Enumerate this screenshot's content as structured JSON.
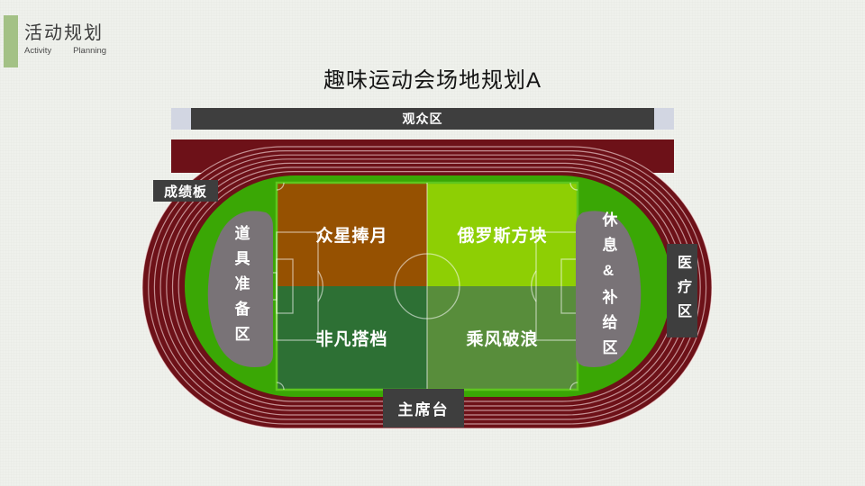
{
  "header": {
    "title": "活动规划",
    "subtitle_left": "Activity",
    "subtitle_right": "Planning"
  },
  "slide_title": "趣味运动会场地规划A",
  "areas": {
    "spectator": "观众区",
    "scoreboard": "成绩板",
    "props_prep": "道具准备区",
    "rest_supply": "休息&补给区",
    "medical": "医疗区",
    "rostrum": "主席台"
  },
  "zones": [
    {
      "name": "众星捧月",
      "color": "#965101"
    },
    {
      "name": "俄罗斯方块",
      "color": "#8ecf04"
    },
    {
      "name": "非凡搭档",
      "color": "#2d7034"
    },
    {
      "name": "乘风破浪",
      "color": "#588d3b"
    }
  ],
  "colors": {
    "background": "#eff1ec",
    "accent_bar": "#a3c185",
    "track": "#6d1118",
    "field_green": "#3aa705",
    "pitch_border": "#5ec61e",
    "zone_gray": "#797377",
    "label_dark": "#3e3e3e",
    "spectator_cap": "#d2d6e2"
  }
}
